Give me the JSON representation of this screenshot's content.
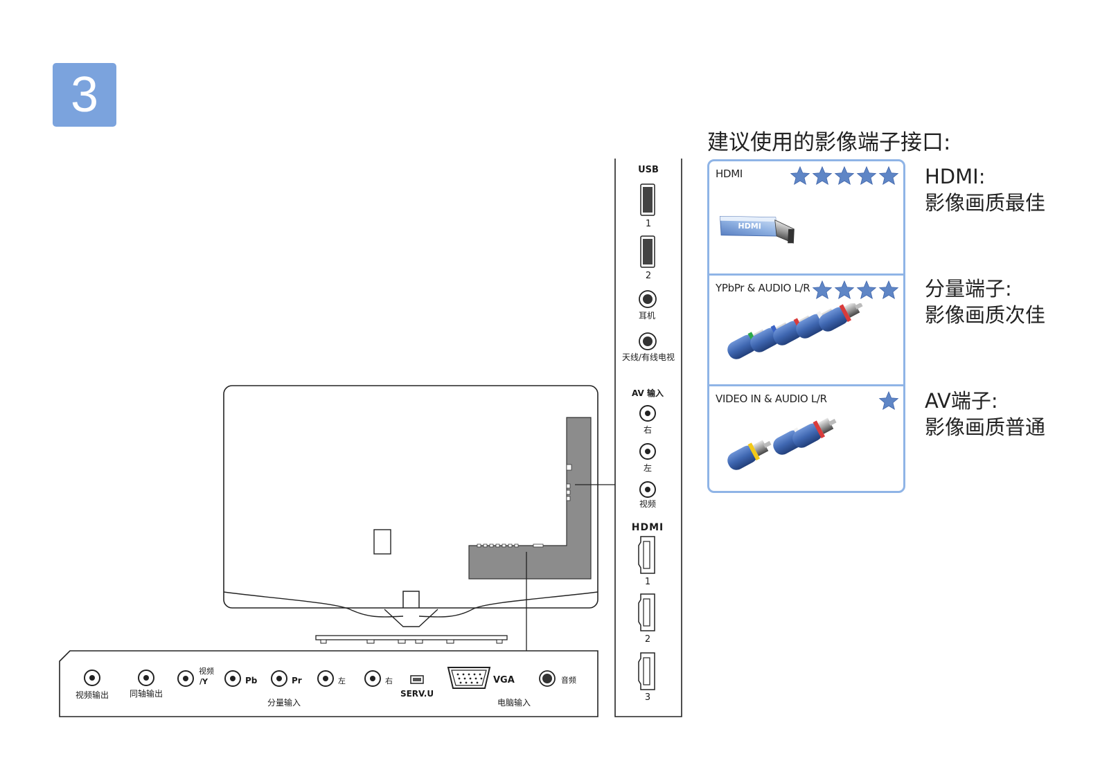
{
  "step": {
    "number": "3"
  },
  "side_panel": {
    "usb_label": "USB",
    "usb_1": "1",
    "usb_2": "2",
    "headphone": "耳机",
    "antenna": "天线/有线电视",
    "av_in": "AV 输入",
    "right": "右",
    "left": "左",
    "video": "视频",
    "hdmi_logo": "HDMI",
    "hdmi_1": "1",
    "hdmi_2": "2",
    "hdmi_3": "3"
  },
  "bottom_panel": {
    "video_out": "视频输出",
    "coax_out": "同轴输出",
    "video_y_top": "视频",
    "video_y_bottom": "/Y",
    "pb": "Pb",
    "pr": "Pr",
    "left": "左",
    "right": "右",
    "component_in": "分量输入",
    "serv_u": "SERV.U",
    "vga": "VGA",
    "audio": "音频",
    "pc_in": "电脑输入"
  },
  "recommendation": {
    "title": "建议使用的影像端子接口:",
    "cells": [
      {
        "label": "HDMI",
        "stars": 5,
        "quality_line1": "HDMI:",
        "quality_line2": "影像画质最佳"
      },
      {
        "label": "YPbPr & AUDIO L/R",
        "stars": 4,
        "quality_line1": "分量端子:",
        "quality_line2": "影像画质次佳"
      },
      {
        "label": "VIDEO IN & AUDIO L/R",
        "stars": 1,
        "quality_line1": "AV端子:",
        "quality_line2": "影像画质普通"
      }
    ]
  },
  "colors": {
    "badge": "#7ba3dd",
    "panel_border": "#8fb4e6",
    "star": "#5f86c6",
    "connector_body": "#3e66b0"
  }
}
